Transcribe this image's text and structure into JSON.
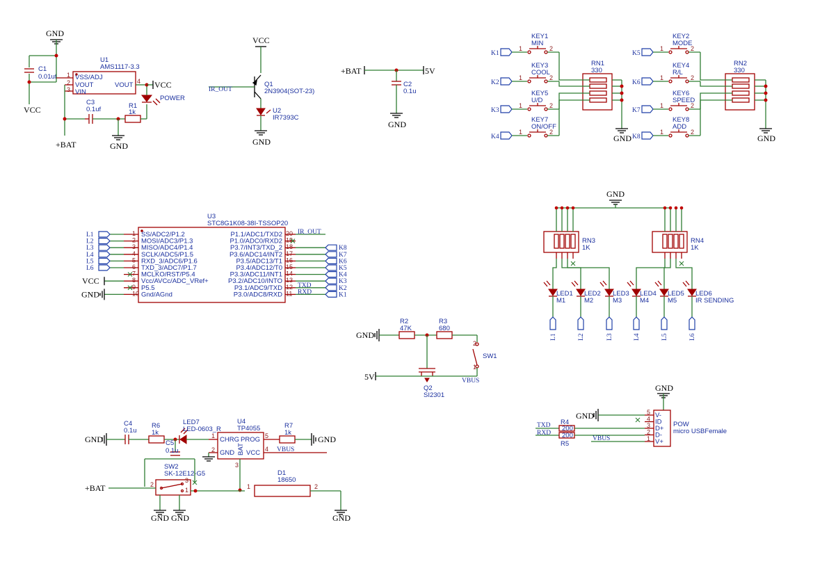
{
  "power": {
    "gnd": "GND",
    "vcc": "VCC",
    "bat": "+BAT",
    "v5": "5V",
    "vbus": "VBUS"
  },
  "u1": {
    "ref": "U1",
    "value": "AMS1117-3.3",
    "pin_vss": "VSS/ADJ",
    "pin_vout": "VOUT",
    "pin_vin": "VIN",
    "pin_vout2": "VOUT",
    "n1": "1",
    "n2": "2",
    "n3": "3",
    "n4": "4",
    "c1": "C1",
    "c1v": "0.01uf",
    "c3": "C3",
    "c3v": "0.1uf",
    "r1": "R1",
    "r1v": "1k",
    "power_led": "POWER"
  },
  "q1": {
    "ref": "Q1",
    "value": "2N3904(SOT-23)",
    "net": "IR_OUT",
    "u2": "U2",
    "u2v": "IR7393C"
  },
  "c2": {
    "ref": "C2",
    "value": "0.1u"
  },
  "keys": [
    {
      "ref": "KEY1",
      "name": "MIN",
      "net": "K1"
    },
    {
      "ref": "KEY3",
      "name": "COOL",
      "net": "K2"
    },
    {
      "ref": "KEY5",
      "name": "U/D",
      "net": "K3"
    },
    {
      "ref": "KEY7",
      "name": "ON/OFF",
      "net": "K4"
    },
    {
      "ref": "KEY2",
      "name": "MODE",
      "net": "K5"
    },
    {
      "ref": "KEY4",
      "name": "R/L",
      "net": "K6"
    },
    {
      "ref": "KEY6",
      "name": "SPEED",
      "net": "K7"
    },
    {
      "ref": "KEY8",
      "name": "ADD",
      "net": "K8"
    }
  ],
  "rn1": {
    "ref": "RN1",
    "value": "330"
  },
  "rn2": {
    "ref": "RN2",
    "value": "330"
  },
  "u3": {
    "ref": "U3",
    "value": "STC8G1K08-38I-TSSOP20",
    "left": [
      {
        "n": "1",
        "pin": "SS/ADC2/P1.2",
        "net": "L1"
      },
      {
        "n": "2",
        "pin": "MOSI/ADC3/P1.3",
        "net": "L2"
      },
      {
        "n": "3",
        "pin": "MISO/ADC4/P1.4",
        "net": "L3"
      },
      {
        "n": "4",
        "pin": "SCLK/ADC5/P1.5",
        "net": "L4"
      },
      {
        "n": "5",
        "pin": "RXD_3/ADC6/P1.6",
        "net": "L5"
      },
      {
        "n": "6",
        "pin": "TXD_3/ADC7/P1.7",
        "net": "L6"
      },
      {
        "n": "7",
        "pin": "MCLKO/RST/P5.4",
        "net": ""
      },
      {
        "n": "8",
        "pin": "Vcc/AVCc/ADC_VRef+",
        "net": "VCC"
      },
      {
        "n": "9",
        "pin": "P5.5",
        "net": ""
      },
      {
        "n": "10",
        "pin": "Gnd/AGnd",
        "net": "GND"
      }
    ],
    "right": [
      {
        "n": "20",
        "pin": "P1.1/ADC1/TXD2",
        "net": "IR_OUT"
      },
      {
        "n": "19",
        "pin": "P1.0/ADC0/RXD2",
        "net": ""
      },
      {
        "n": "18",
        "pin": "P3.7/INT3/TXD_2",
        "net": "K8"
      },
      {
        "n": "17",
        "pin": "P3.6/ADC14/INT2",
        "net": "K7"
      },
      {
        "n": "16",
        "pin": "P3.5/ADC13/T1",
        "net": "K6"
      },
      {
        "n": "15",
        "pin": "P3.4/ADC12/T0",
        "net": "K5"
      },
      {
        "n": "14",
        "pin": "P3.3/ADC11/INT1",
        "net": "K4"
      },
      {
        "n": "13",
        "pin": "P3.2/ADC10/INTO",
        "net": "K3"
      },
      {
        "n": "12",
        "pin": "P3.1/ADC9/TXD",
        "net": "TXD"
      },
      {
        "n": "11",
        "pin": "P3.0/ADC8/RXD",
        "net": "RXD"
      }
    ],
    "k2": "K2",
    "k1": "K1"
  },
  "leds": [
    {
      "ref": "LED1",
      "m": "M1",
      "net": "L1"
    },
    {
      "ref": "LED2",
      "m": "M2",
      "net": "L2"
    },
    {
      "ref": "LED3",
      "m": "M3",
      "net": "L3"
    },
    {
      "ref": "LED4",
      "m": "M4",
      "net": "L4"
    },
    {
      "ref": "LED5",
      "m": "M5",
      "net": "L5"
    },
    {
      "ref": "LED6",
      "m": "IR SENDING",
      "net": "L6"
    }
  ],
  "rn3": {
    "ref": "RN3",
    "value": "1K"
  },
  "rn4": {
    "ref": "RN4",
    "value": "1K"
  },
  "sw1": {
    "r2": "R2",
    "r2v": "47K",
    "r3": "R3",
    "r3v": "680",
    "sw": "SW1",
    "q2": "Q2",
    "q2v": "SI2301",
    "n1": "1",
    "n2": "2"
  },
  "usb": {
    "ref": "POW",
    "value": "micro USBFemale",
    "pins": [
      {
        "n": "5",
        "name": "V-"
      },
      {
        "n": "4",
        "name": "ID"
      },
      {
        "n": "3",
        "name": "D+"
      },
      {
        "n": "2",
        "name": "D-"
      },
      {
        "n": "1",
        "name": "V+"
      }
    ],
    "r4": "R4",
    "r5": "R5",
    "rv": "200",
    "txd": "TXD",
    "rxd": "RXD"
  },
  "charger": {
    "c4": "C4",
    "c4v": "0.1u",
    "r6": "R6",
    "r6v": "1k",
    "led7": "LED7",
    "led7v": "LED-0603_R",
    "u4": "U4",
    "u4v": "TP4055",
    "chrg": "CHRG",
    "prog": "PROG",
    "gnd": "GND",
    "vcc": "VCC",
    "bat": "BAT",
    "n1": "1",
    "n2": "2",
    "n3": "3",
    "n4": "4",
    "n5": "5",
    "r7": "R7",
    "r7v": "1k",
    "c5": "C5",
    "c5v": "0.1u",
    "sw2": "SW2",
    "sw2v": "SK-12E12-G5",
    "d1": "D1",
    "d1v": "18650"
  }
}
